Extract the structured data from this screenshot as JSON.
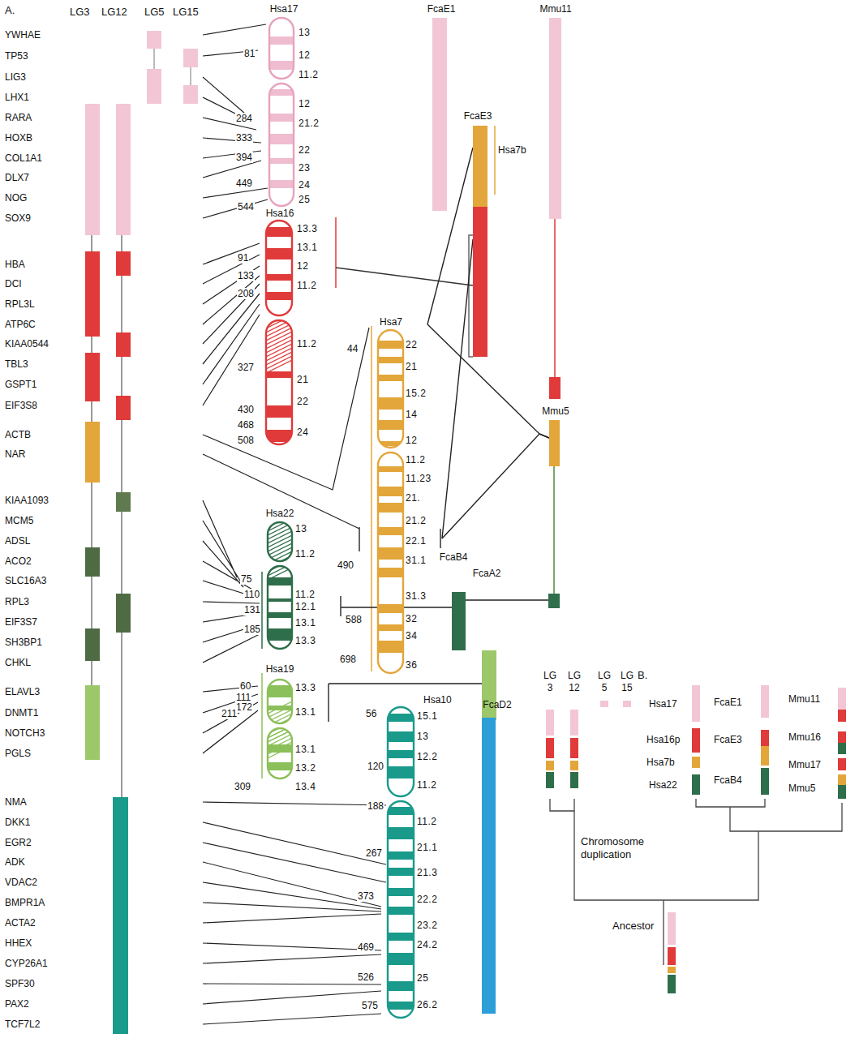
{
  "diagram": {
    "nodes": [
      {
        "text": [
          "Hsa17"
        ]
      },
      {
        "text": [
          "Hsa16"
        ]
      },
      {
        "text": [
          "Hsa7"
        ]
      },
      {
        "text": [
          "Hsa22"
        ]
      },
      {
        "text": [
          "Hsa19"
        ]
      },
      {
        "text": [
          "Hsa10"
        ]
      },
      {
        "text": [
          "FcaE1"
        ]
      },
      {
        "text": [
          "FcaE3"
        ]
      },
      {
        "text": [
          "FcaB4"
        ]
      },
      {
        "text": [
          "FcaA2"
        ]
      },
      {
        "text": [
          "FcaD2"
        ]
      },
      {
        "text": [
          "Mmu11"
        ]
      },
      {
        "text": [
          "Mmu5"
        ]
      }
    ],
    "edges": [
      {
        "from": 1,
        "to": 7,
        "arrow": "none"
      },
      {
        "from": 2,
        "to": 7,
        "arrow": "none"
      },
      {
        "from": 2,
        "to": 12,
        "arrow": "none"
      },
      {
        "from": 2,
        "to": 7,
        "arrow": "none"
      },
      {
        "from": 2,
        "to": 12,
        "arrow": "none"
      },
      {
        "from": 2,
        "to": 8,
        "arrow": "none"
      },
      {
        "from": 8,
        "to": 12,
        "arrow": "none"
      },
      {
        "from": 4,
        "to": 9,
        "arrow": "none"
      },
      {
        "from": 3,
        "to": 2,
        "arrow": "none"
      }
    ],
    "labels": [
      "A.",
      "LG3",
      "LG12",
      "LG5",
      "LG15",
      "YWHAE",
      "TP53",
      "LIG3",
      "LHX1",
      "RARA",
      "HOXB",
      "COL1A1",
      "DLX7",
      "NOG",
      "SOX9",
      "HBA",
      "DCI",
      "RPL3L",
      "ATP6C",
      "KIAA0544",
      "TBL3",
      "GSPT1",
      "EIF3S8",
      "ACTB",
      "NAR",
      "KIAA1093",
      "MCM5",
      "ADSL",
      "ACO2",
      "SLC16A3",
      "RPL3",
      "EIF3S7",
      "SH3BP1",
      "CHKL",
      "ELAVL3",
      "DNMT1",
      "NOTCH3",
      "PGLS",
      "NMA",
      "DKK1",
      "EGR2",
      "ADK",
      "VDAC2",
      "BMPR1A",
      "ACTA2",
      "HHEX",
      "CYP26A1",
      "SPF30",
      "PAX2",
      "TCF7L2",
      "13",
      "12",
      "11.2",
      "12",
      "21.2",
      "22",
      "23",
      "24",
      "25",
      "81",
      "284",
      "333",
      "394",
      "449",
      "544",
      "13.3",
      "13.1",
      "12",
      "11.2",
      "11.2",
      "21",
      "22",
      "24",
      "91",
      "133",
      "208",
      "327",
      "430",
      "468",
      "508",
      "22",
      "21",
      "15.2",
      "14",
      "12",
      "11.2",
      "11.23",
      "21.",
      "21.2",
      "22.1",
      "31.1",
      "31.3",
      "32",
      "34",
      "36",
      "44",
      "490",
      "588",
      "698",
      "13",
      "11.2",
      "11.2",
      "12.1",
      "13.1",
      "13.3",
      "75",
      "110",
      "131",
      "185",
      "13.3",
      "13.1",
      "13.1",
      "13.2",
      "13.4",
      "60",
      "111",
      "172",
      "211",
      "309",
      "15.1",
      "13",
      "12.2",
      "11.2",
      "11.2",
      "21.1",
      "21.3",
      "22.2",
      "23.2",
      "24.2",
      "25",
      "26.2",
      "56",
      "120",
      "188",
      "267",
      "373",
      "469",
      "526",
      "575",
      "Hsa7b",
      "B.",
      "LG 3",
      "LG 12",
      "LG 5",
      "LG 15",
      "Hsa17",
      "Hsa16p",
      "Hsa7b",
      "Hsa22",
      "FcaE1",
      "FcaE3",
      "FcaB4",
      "Mmu11",
      "Mmu16",
      "Mmu17",
      "Mmu5",
      "Chromosome duplication",
      "Ancestor"
    ]
  }
}
